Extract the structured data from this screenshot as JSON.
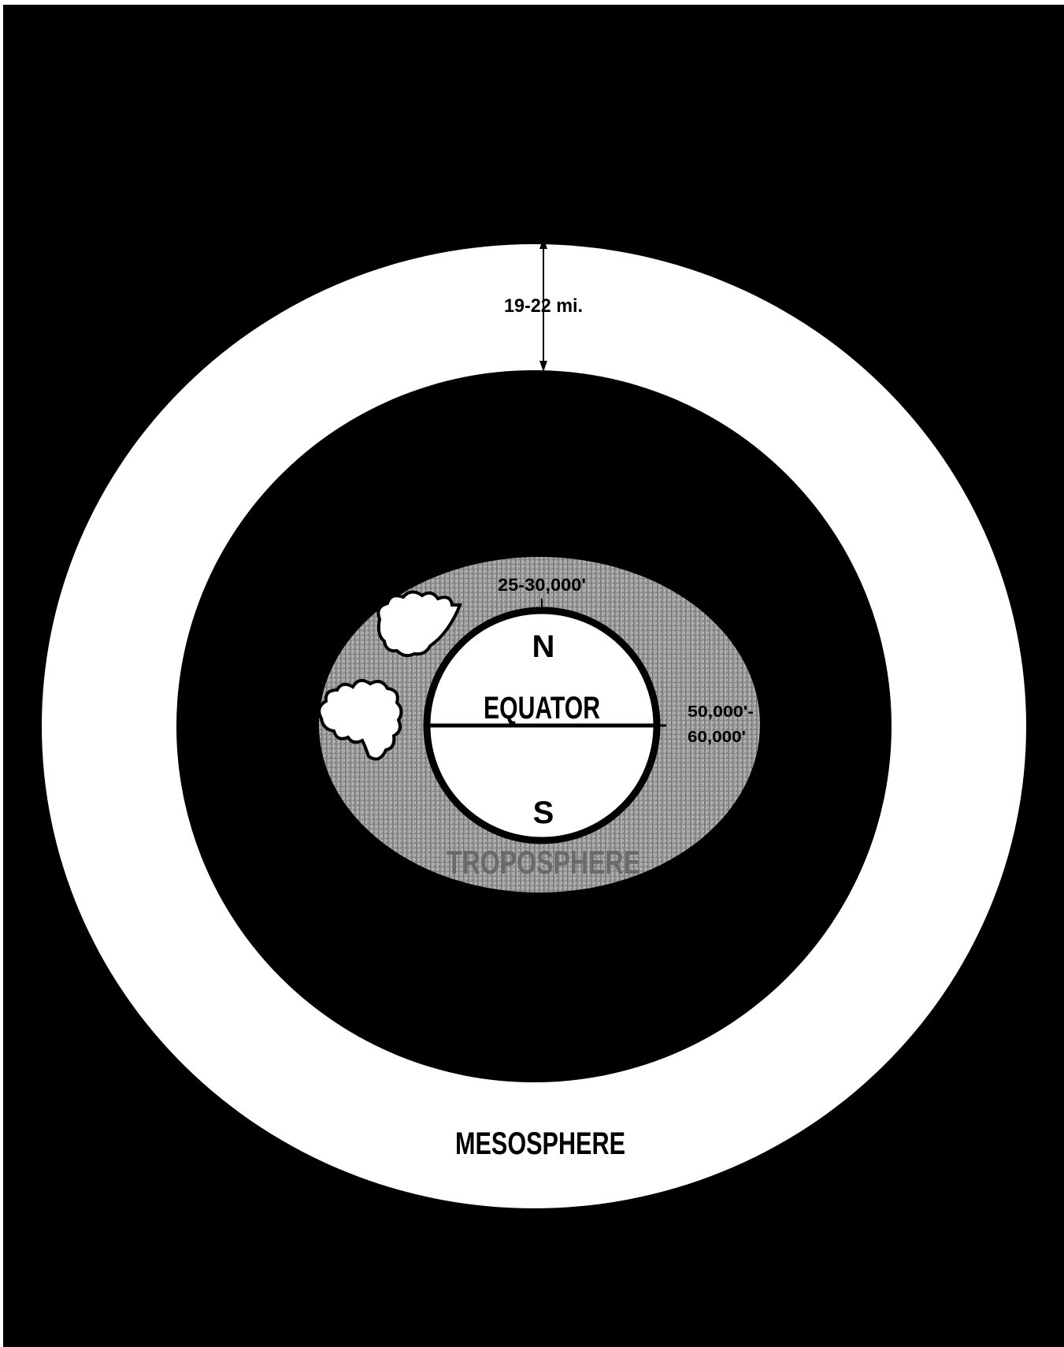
{
  "diagram": {
    "layers": {
      "outer_band_distance": "19-22 mi.",
      "mesosphere": "MESOSPHERE",
      "troposphere": "TROPOSPHERE",
      "tropo_top_height": "25-30,000'",
      "tropo_equator_height_line1": "50,000'-",
      "tropo_equator_height_line2": "60,000'"
    },
    "earth": {
      "north": "N",
      "south": "S",
      "equator": "EQUATOR"
    },
    "colors": {
      "background": "#000000",
      "mesosphere_band": "#ffffff",
      "troposphere": "#9a9a9a",
      "earth": "#ffffff"
    }
  }
}
